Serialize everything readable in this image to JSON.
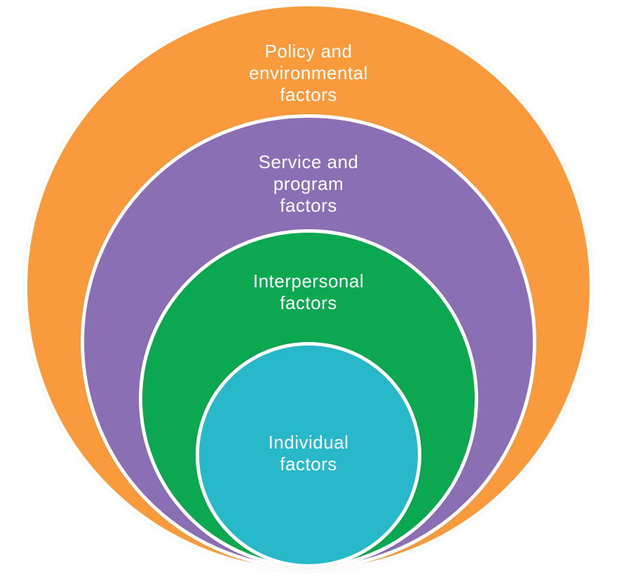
{
  "diagram": {
    "type": "nested-circles-ecological-model",
    "background_color": "#ffffff",
    "stroke_color": "#ffffff",
    "text_color": "#ffffff",
    "levels": [
      {
        "name": "policy-environmental",
        "label": "Policy and\nenvironmental\nfactors",
        "color": "#F99B3D"
      },
      {
        "name": "service-program",
        "label": "Service and\nprogram\nfactors",
        "color": "#8A6FB4"
      },
      {
        "name": "interpersonal",
        "label": "Interpersonal\nfactors",
        "color": "#0BA751"
      },
      {
        "name": "individual",
        "label": "Individual\nfactors",
        "color": "#27B9C9"
      }
    ]
  }
}
